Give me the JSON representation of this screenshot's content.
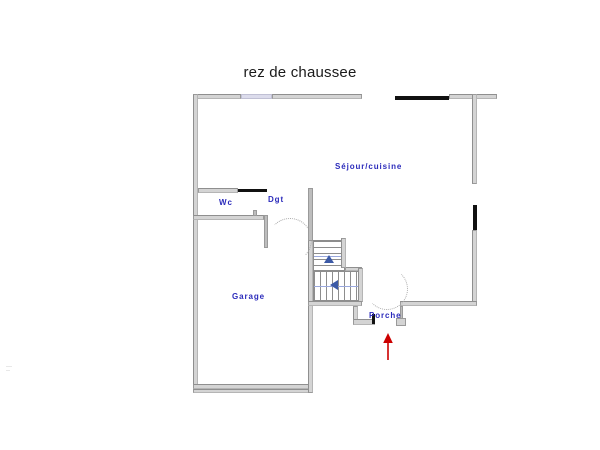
{
  "plan": {
    "title": "rez de chaussee",
    "title_color": "#1a1a1a",
    "label_color": "#2b2bbb",
    "wall_fill": "#d4d4d4",
    "wall_stroke": "#9a9a9a",
    "window_light_color": "#dcdcec",
    "window_dark_color": "#111111",
    "stair_arrow_color": "#3c5aa6",
    "entry_arrow_color": "#cc0000",
    "background": "#ffffff"
  },
  "rooms": [
    {
      "key": "sejour_cuisine",
      "label": "Séjour/cuisine"
    },
    {
      "key": "wc",
      "label": "Wc"
    },
    {
      "key": "dgt",
      "label": "Dgt"
    },
    {
      "key": "garage",
      "label": "Garage"
    },
    {
      "key": "porche",
      "label": "Porche"
    }
  ],
  "annotations": {
    "entry_arrow_name": "entry-direction-arrow",
    "stair_up_arrow_name": "stair-up-arrow",
    "stair_direction_arrow_name": "stair-direction-arrow"
  }
}
